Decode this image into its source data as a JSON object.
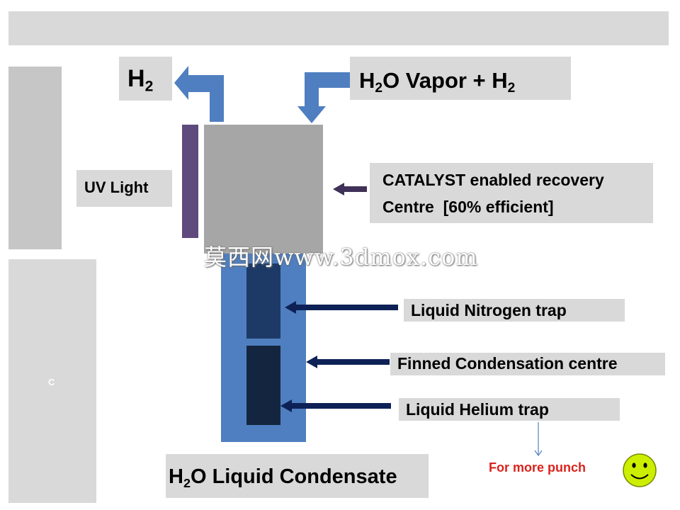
{
  "labels": {
    "h2_output": "H",
    "h2_output_sub": "2",
    "vapor_input_a": "H",
    "vapor_input_sub1": "2",
    "vapor_input_b": "O Vapor + H",
    "vapor_input_sub2": "2",
    "uv_light": "UV Light",
    "catalyst_line1": "CATALYST enabled recovery",
    "catalyst_line2": "Centre  [60% efficient]",
    "nitrogen_trap": "Liquid Nitrogen trap",
    "finned_condensation": "Finned Condensation centre",
    "helium_trap": "Liquid Helium trap",
    "condensate_a": "H",
    "condensate_sub": "2",
    "condensate_b": "O Liquid Condensate",
    "for_more_punch": "For more punch",
    "left_panel_letter": "C",
    "watermark": "莫西网www.3dmox.com"
  },
  "colors": {
    "flow_arrow": "#4f7fc0",
    "catalyst_arrow": "#3f3158",
    "trap_arrow": "#0e2157",
    "punch_text": "#d9231d",
    "smiley_fill": "#ccee00"
  },
  "icons": {
    "smiley": "smiley-face-icon"
  }
}
